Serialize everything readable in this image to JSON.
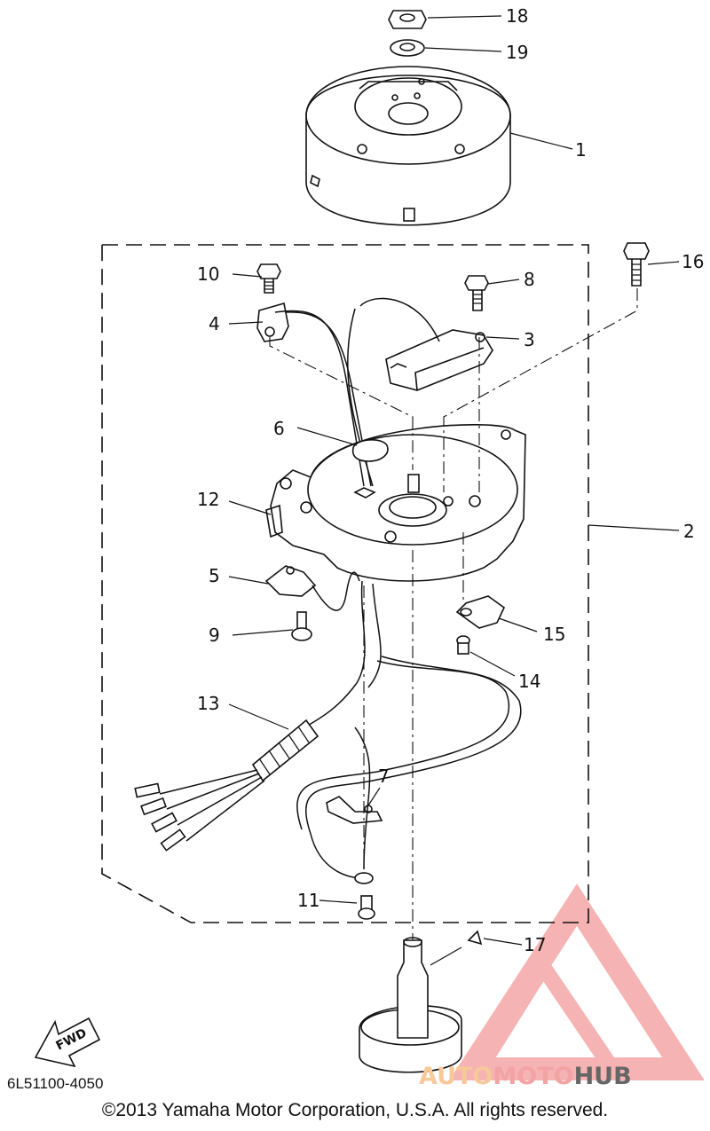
{
  "diagram": {
    "callouts": [
      {
        "id": "18",
        "label": "18"
      },
      {
        "id": "19",
        "label": "19"
      },
      {
        "id": "1",
        "label": "1"
      },
      {
        "id": "16",
        "label": "16"
      },
      {
        "id": "10",
        "label": "10"
      },
      {
        "id": "8",
        "label": "8"
      },
      {
        "id": "4",
        "label": "4"
      },
      {
        "id": "3",
        "label": "3"
      },
      {
        "id": "6",
        "label": "6"
      },
      {
        "id": "12",
        "label": "12"
      },
      {
        "id": "2",
        "label": "2"
      },
      {
        "id": "5",
        "label": "5"
      },
      {
        "id": "9",
        "label": "9"
      },
      {
        "id": "15",
        "label": "15"
      },
      {
        "id": "14",
        "label": "14"
      },
      {
        "id": "13",
        "label": "13"
      },
      {
        "id": "7",
        "label": "7"
      },
      {
        "id": "11",
        "label": "11"
      },
      {
        "id": "17",
        "label": "17"
      }
    ],
    "fwd_label": "FWD",
    "part_code": "6L51100-4050",
    "copyright": "©2013 Yamaha Motor Corporation, U.S.A. All rights reserved."
  },
  "watermark": {
    "part1": "AUTO",
    "part2": "MOTO",
    "part3": "HUB",
    "color_auto": "#f7c89a",
    "color_moto": "#f3a3a3",
    "color_hub": "#666666",
    "triangle_color": "#f39a9a"
  }
}
